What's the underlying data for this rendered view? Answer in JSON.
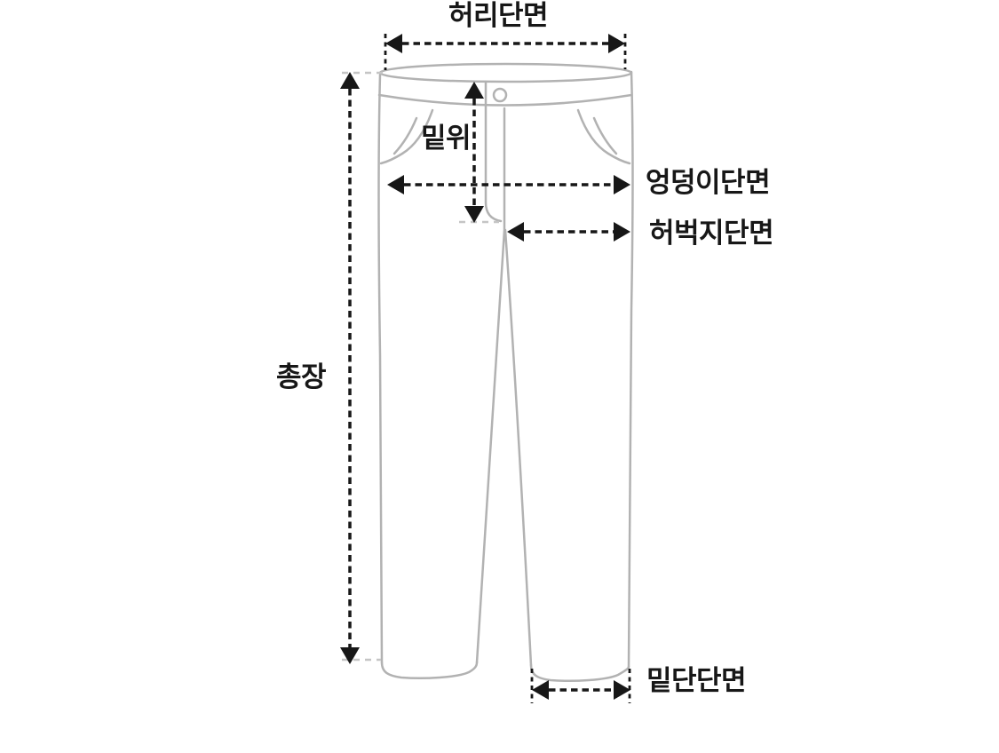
{
  "diagram": {
    "labels": {
      "waist": "허리단면",
      "rise": "밑위",
      "hip": "엉덩이단면",
      "thigh": "허벅지단면",
      "total_length": "총장",
      "hem": "밑단단면"
    }
  },
  "colors": {
    "background": "#ffffff",
    "outline": "#b2b2b2",
    "guide": "#c5c5c5",
    "arrow": "#171717",
    "text": "#171717"
  }
}
